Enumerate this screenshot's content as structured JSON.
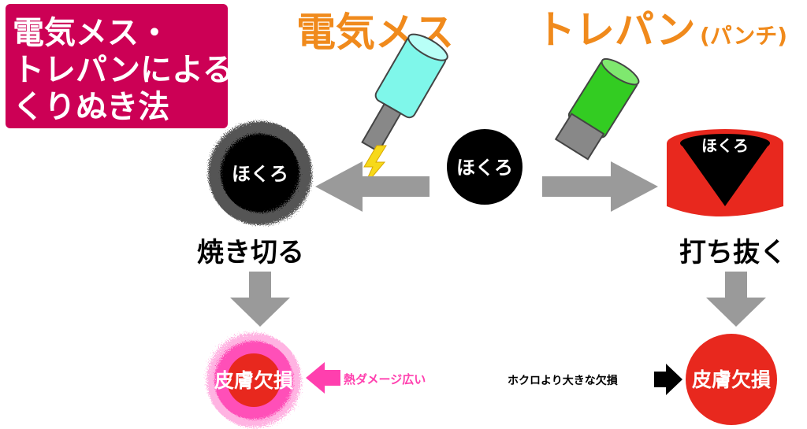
{
  "title_box": {
    "line1": "電気メス・",
    "line2": "トレパンによる",
    "line3": "くりぬき法"
  },
  "left_method": {
    "heading": "電気メス",
    "mole_label": "ほくろ",
    "action_label": "焼き切る",
    "result_label": "皮膚欠損",
    "note": "熱ダメージ広い"
  },
  "center": {
    "mole_label": "ほくろ"
  },
  "right_method": {
    "heading": "トレパン",
    "heading_sub": "(パンチ)",
    "mole_label": "ほくろ",
    "action_label": "打ち抜く",
    "result_label": "皮膚欠損",
    "note": "ホクロより大きな欠損"
  },
  "colors": {
    "title_bg": "#cc0055",
    "heading": "#f08a1c",
    "arrow": "#9a9a9a",
    "red": "#e8281e",
    "pink": "#ff5cc0",
    "cyan": "#7ff7ea",
    "green": "#33cc22",
    "gray": "#888888"
  }
}
